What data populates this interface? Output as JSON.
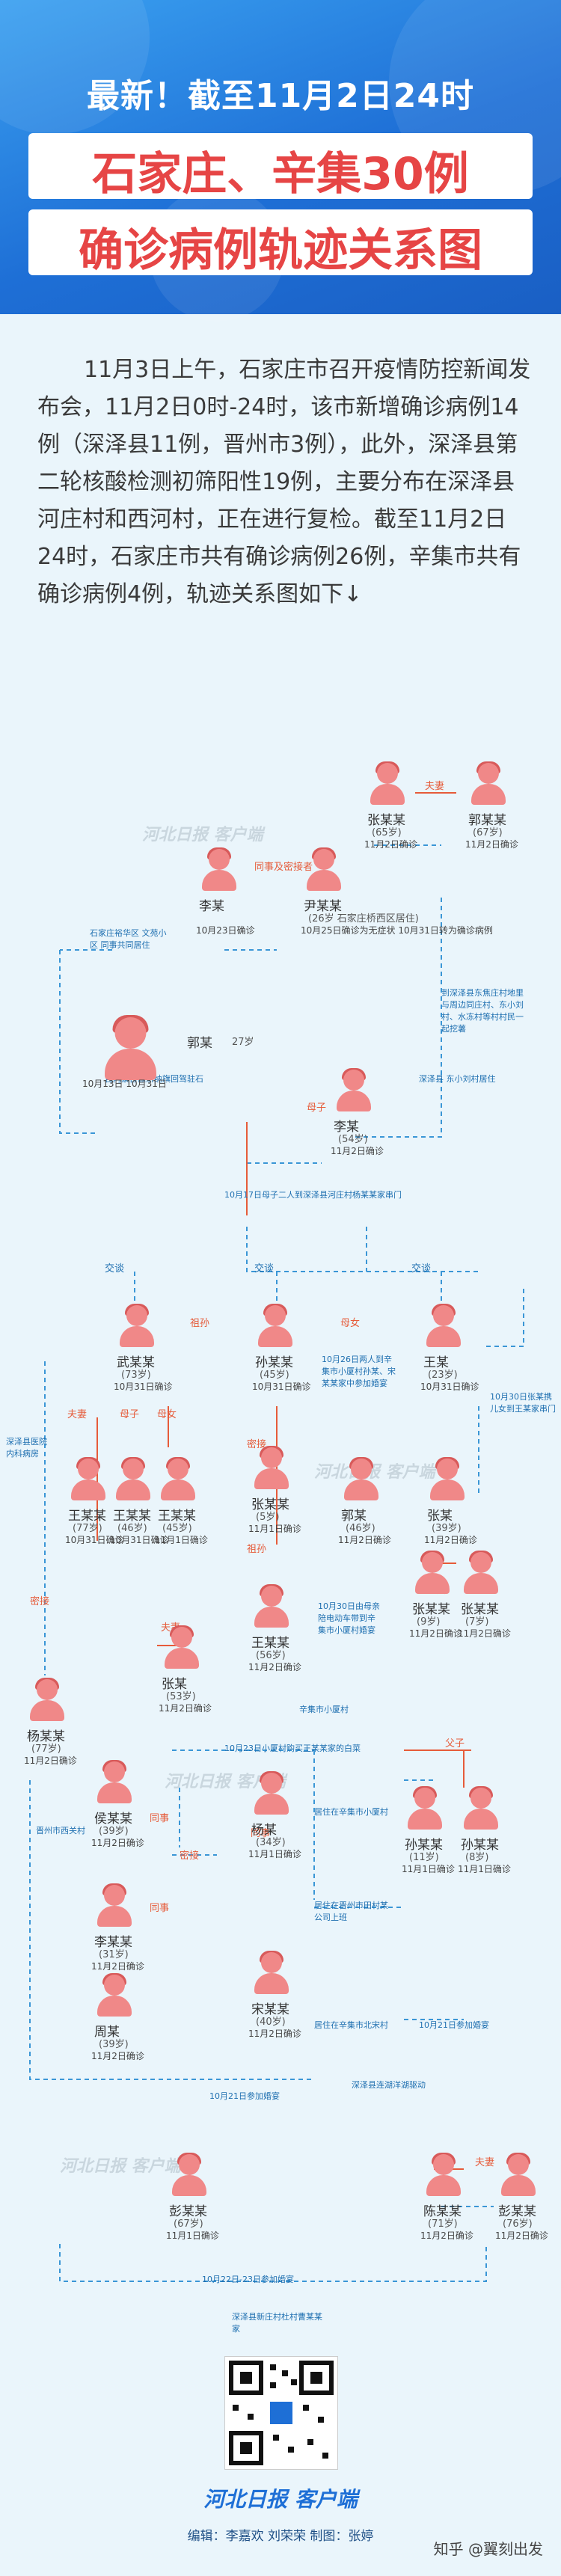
{
  "header": {
    "kicker": "最新！截至11月2日24时",
    "title_line1": "石家庄、辛集30例",
    "title_line2": "确诊病例轨迹关系图"
  },
  "intro": "11月3日上午，石家庄市召开疫情防控新闻发布会，11月2日0时-24时，该市新增确诊病例14例（深泽县11例，晋州市3例），此外，深泽县第二轮核酸检测初筛阳性19例，主要分布在深泽县河庄村和西河村，正在进行复检。截至11月2日24时，石家庄市共有确诊病例26例，辛集市共有确诊病例4例，轨迹关系图如下↓",
  "watermark": "河北日报 客户端",
  "people": [
    {
      "id": "p1",
      "name": "张某某",
      "age": "(65岁)",
      "date": "11月2日确诊"
    },
    {
      "id": "p2",
      "name": "郭某某",
      "age": "(67岁)",
      "date": "11月2日确诊"
    },
    {
      "id": "p3",
      "name": "李某",
      "age": "",
      "date": "10月23日确诊"
    },
    {
      "id": "p4",
      "name": "尹某某",
      "age": "(26岁 石家庄桥西区居住)",
      "date": "10月25日确诊为无症状 10月31日转为确诊病例"
    },
    {
      "id": "p5",
      "name": "郭某",
      "age": "27岁",
      "date": "10月13日 10月31日"
    },
    {
      "id": "p6",
      "name": "李某",
      "age": "(54岁)",
      "date": "11月2日确诊"
    },
    {
      "id": "p7",
      "name": "武某某",
      "age": "(73岁)",
      "date": "10月31日确诊"
    },
    {
      "id": "p8",
      "name": "孙某某",
      "age": "(45岁)",
      "date": "10月31日确诊"
    },
    {
      "id": "p9",
      "name": "王某",
      "age": "(23岁)",
      "date": "10月31日确诊"
    },
    {
      "id": "p10",
      "name": "王某某",
      "age": "(77岁)",
      "date": "10月31日确诊"
    },
    {
      "id": "p11",
      "name": "王某某",
      "age": "(46岁)",
      "date": "10月31日确诊"
    },
    {
      "id": "p12",
      "name": "王某某",
      "age": "(45岁)",
      "date": "11月1日确诊"
    },
    {
      "id": "p13",
      "name": "张某某",
      "age": "(5岁)",
      "date": "11月1日确诊"
    },
    {
      "id": "p14",
      "name": "郭某",
      "age": "(46岁)",
      "date": "11月2日确诊"
    },
    {
      "id": "p15",
      "name": "张某",
      "age": "(39岁)",
      "date": "11月2日确诊"
    },
    {
      "id": "p16",
      "name": "王某某",
      "age": "(56岁)",
      "date": "11月2日确诊"
    },
    {
      "id": "p17",
      "name": "张某某",
      "age": "(9岁)",
      "date": "11月2日确诊"
    },
    {
      "id": "p18",
      "name": "张某某",
      "age": "(7岁)",
      "date": "11月2日确诊"
    },
    {
      "id": "p19",
      "name": "杨某某",
      "age": "(77岁)",
      "date": "11月2日确诊"
    },
    {
      "id": "p20",
      "name": "张某",
      "age": "(53岁)",
      "date": "11月2日确诊"
    },
    {
      "id": "p21",
      "name": "侯某某",
      "age": "(39岁)",
      "date": "11月2日确诊"
    },
    {
      "id": "p22",
      "name": "杨某",
      "age": "(34岁)",
      "date": "11月1日确诊"
    },
    {
      "id": "p23",
      "name": "孙某某",
      "age": "(11岁)",
      "date": "11月1日确诊"
    },
    {
      "id": "p24",
      "name": "孙某某",
      "age": "(8岁)",
      "date": "11月1日确诊"
    },
    {
      "id": "p25",
      "name": "李某某",
      "age": "(31岁)",
      "date": "11月2日确诊"
    },
    {
      "id": "p26",
      "name": "周某",
      "age": "(39岁)",
      "date": "11月2日确诊"
    },
    {
      "id": "p27",
      "name": "宋某某",
      "age": "(40岁)",
      "date": "11月2日确诊"
    },
    {
      "id": "p28",
      "name": "彭某某",
      "age": "(67岁)",
      "date": "11月1日确诊"
    },
    {
      "id": "p29",
      "name": "陈某某",
      "age": "(71岁)",
      "date": "11月2日确诊"
    },
    {
      "id": "p30",
      "name": "彭某某",
      "age": "(76岁)",
      "date": "11月2日确诊"
    }
  ],
  "relations": {
    "spouse": "夫妻",
    "colleague": "同事及密接者",
    "mother_son": "母子",
    "mother_daughter": "母女",
    "contact": "交谈",
    "close": "密接",
    "mother_son_b": "母子",
    "grandma": "祖孙",
    "coworker": "同事",
    "father_son": "父子"
  },
  "notes": {
    "shijiazhuang": "石家庄裕华区 文苑小区 同事共同居住",
    "gx": "深泽县 东小刘村居住",
    "neimeng": "自内蒙古额济纳旗回驾驻石",
    "hezhuang": "到深泽县东焦庄村地里与周边同庄村、东小刘村、水冻村等村村民一起挖薯",
    "oct17": "10月17日母子二人到深泽县河庄村杨某某家串门",
    "oct26": "10月26日两人到辛集市小厦村孙某、宋某某家中参加婚宴",
    "oct30a": "10月30日张某携儿女到王某家串门",
    "hospital": "深泽县医院内科病房",
    "oct30b": "10月30日由母亲陪电动车带到辛集市小厦村婚宴",
    "xinji_xiaoxia": "辛集市小厦村",
    "oct23": "10月23日小厦村购买王某某家的白菜",
    "xiaoxia_work": "居住在辛集市小厦村",
    "jinzhou": "晋州市西关村",
    "gongzuo": "居住在晋州市田村某公司上班",
    "bei": "居住在辛集市北宋村",
    "oct21a": "10月21日参加婚宴",
    "oct21b": "10月21日参加婚宴",
    "shenzequ": "深泽县连湖洋湖驱动",
    "oct22": "10月22日-23日参加婚宴",
    "final": "深泽县新庄村杜村曹某某家"
  },
  "footer": {
    "brand": "河北日报 客户端",
    "editors": "编辑：李嘉欢  刘荣荣       制图：张婷",
    "zhihu": "知乎 @翼刻出发"
  },
  "colors": {
    "accent": "#e64545",
    "blue": "#1e6fd6",
    "line": "#3a96d6",
    "person": "#f08888"
  }
}
